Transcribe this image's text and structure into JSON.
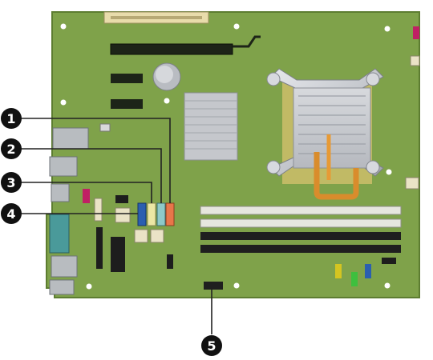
{
  "callouts": [
    {
      "id": 1,
      "label": "1",
      "connector_color": "#e8764a"
    },
    {
      "id": 2,
      "label": "2",
      "connector_color": "#8ec9c9"
    },
    {
      "id": 3,
      "label": "3",
      "connector_color": "#ece7a4"
    },
    {
      "id": 4,
      "label": "4",
      "connector_color": "#2b5fb0"
    },
    {
      "id": 5,
      "label": "5",
      "connector_color": "#222222"
    }
  ],
  "colors": {
    "board": "#7fa24a",
    "board_edge": "#5d7d31",
    "slot_dark": "#1d2418",
    "slot_light": "#e8dcab",
    "dimm_white": "#e6e6de",
    "dimm_black": "#1f1f1f",
    "heatsink": "#c7c9cf",
    "copper": "#d98c2c"
  }
}
